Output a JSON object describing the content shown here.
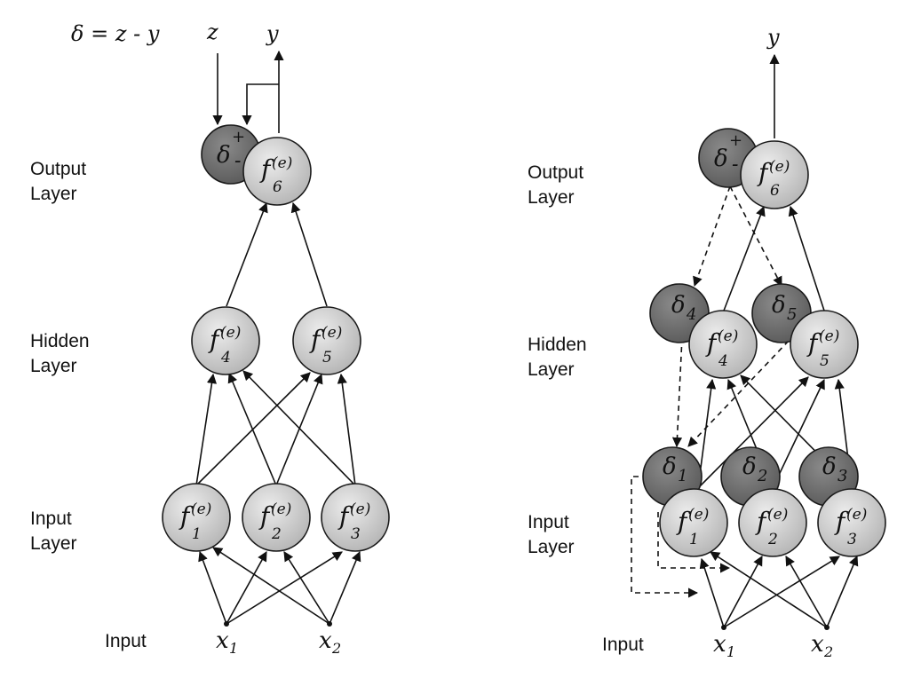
{
  "left": {
    "formula": "δ = z - y",
    "target_label": "z",
    "output_label": "y",
    "layers": {
      "output": [
        "Output",
        "Layer"
      ],
      "hidden": [
        "Hidden",
        "Layer"
      ],
      "input": [
        "Input",
        "Layer"
      ]
    },
    "input_label": "Input",
    "nodes": {
      "n1": {
        "base": "f",
        "sub": "1",
        "sup": "(e)"
      },
      "n2": {
        "base": "f",
        "sub": "2",
        "sup": "(e)"
      },
      "n3": {
        "base": "f",
        "sub": "3",
        "sup": "(e)"
      },
      "n4": {
        "base": "f",
        "sub": "4",
        "sup": "(e)"
      },
      "n5": {
        "base": "f",
        "sub": "5",
        "sup": "(e)"
      },
      "n6": {
        "base": "f",
        "sub": "6",
        "sup": "(e)"
      }
    },
    "error_node": {
      "base": "δ",
      "plus": "+",
      "minus": "-"
    },
    "inputs": {
      "x1": {
        "base": "x",
        "sub": "1"
      },
      "x2": {
        "base": "x",
        "sub": "2"
      }
    }
  },
  "right": {
    "output_label": "y",
    "layers": {
      "output": [
        "Output",
        "Layer"
      ],
      "hidden": [
        "Hidden",
        "Layer"
      ],
      "input": [
        "Input",
        "Layer"
      ]
    },
    "input_label": "Input",
    "nodes": {
      "n1": {
        "base": "f",
        "sub": "1",
        "sup": "(e)"
      },
      "n2": {
        "base": "f",
        "sub": "2",
        "sup": "(e)"
      },
      "n3": {
        "base": "f",
        "sub": "3",
        "sup": "(e)"
      },
      "n4": {
        "base": "f",
        "sub": "4",
        "sup": "(e)"
      },
      "n5": {
        "base": "f",
        "sub": "5",
        "sup": "(e)"
      },
      "n6": {
        "base": "f",
        "sub": "6",
        "sup": "(e)"
      }
    },
    "error_node": {
      "base": "δ",
      "plus": "+",
      "minus": "-"
    },
    "deltas": {
      "d1": {
        "base": "δ",
        "sub": "1"
      },
      "d2": {
        "base": "δ",
        "sub": "2"
      },
      "d3": {
        "base": "δ",
        "sub": "3"
      },
      "d4": {
        "base": "δ",
        "sub": "4"
      },
      "d5": {
        "base": "δ",
        "sub": "5"
      }
    },
    "inputs": {
      "x1": {
        "base": "x",
        "sub": "1"
      },
      "x2": {
        "base": "x",
        "sub": "2"
      }
    }
  }
}
